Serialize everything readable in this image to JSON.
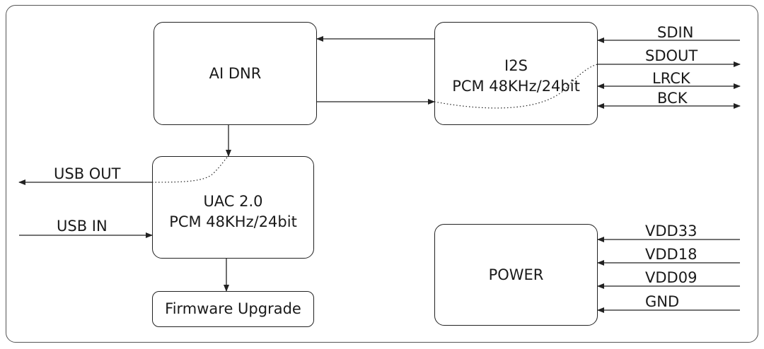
{
  "blocks": {
    "ai_dnr": {
      "label": "AI DNR"
    },
    "i2s": {
      "line1": "I2S",
      "line2": "PCM 48KHz/24bit"
    },
    "uac": {
      "line1": "UAC 2.0",
      "line2": "PCM 48KHz/24bit"
    },
    "firmware": {
      "label": "Firmware Upgrade"
    },
    "power": {
      "label": "POWER"
    }
  },
  "signals": {
    "sdin": "SDIN",
    "sdout": "SDOUT",
    "lrck": "LRCK",
    "bck": "BCK",
    "usb_out": "USB OUT",
    "usb_in": "USB IN",
    "vdd33": "VDD33",
    "vdd18": "VDD18",
    "vdd09": "VDD09",
    "gnd": "GND"
  }
}
